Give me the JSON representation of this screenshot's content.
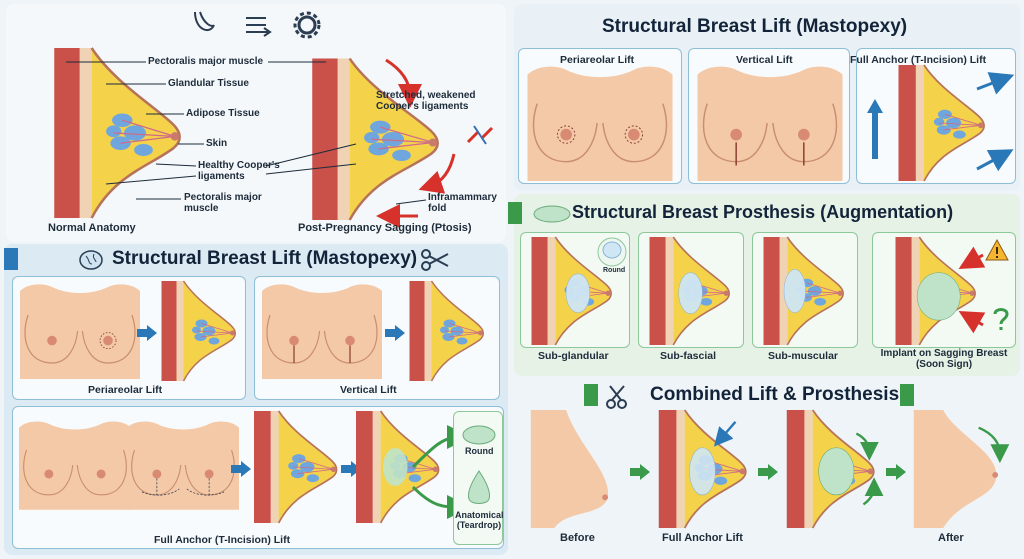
{
  "anatomy": {
    "normal_caption": "Normal Anatomy",
    "ptosis_caption": "Post-Pregnancy Sagging (Ptosis)",
    "labels": {
      "pectoralis_top": "Pectoralis major muscle",
      "glandular": "Glandular Tissue",
      "adipose": "Adipose Tissue",
      "skin": "Skin",
      "coopers_healthy": "Healthy Cooper's ligaments",
      "pectoralis_bottom": "Pectoralis major muscle",
      "coopers_stretched": "Stretched, weakened Cooper's ligaments",
      "inframammary": "Inframammary fold"
    }
  },
  "left_lift": {
    "title": "Structural Breast Lift (Mastopexy)",
    "periareolar": "Periareolar Lift",
    "vertical": "Vertical Lift",
    "full_anchor": "Full Anchor (T-Incision) Lift",
    "implant_round": "Round",
    "implant_anatomical": "Anatomical (Teardrop)"
  },
  "right_lift": {
    "title": "Structural Breast Lift (Mastopexy)",
    "periareolar": "Periareolar Lift",
    "vertical": "Vertical Lift",
    "full_anchor": "Full Anchor (T-Incision) Lift"
  },
  "prosthesis": {
    "title": "Structural Breast Prosthesis (Augmentation)",
    "round_tag": "Round",
    "sub_glandular": "Sub-glandular",
    "sub_fascial": "Sub-fascial",
    "sub_muscular": "Sub-muscular",
    "sagging_implant": "Implant on Sagging Breast (Soon Sign)"
  },
  "combined": {
    "title": "Combined Lift & Prosthesis",
    "before": "Before",
    "full_anchor": "Full Anchor Lift",
    "after": "After"
  },
  "colors": {
    "skin": "#f4c9a8",
    "muscle": "#c9514a",
    "fat": "#f4d24a",
    "gland": "#6fa6de",
    "implant": "#bfe3c8",
    "blue_arrow": "#2b78b8",
    "green_arrow": "#3a9a4a",
    "red_arrow": "#d6322b"
  }
}
